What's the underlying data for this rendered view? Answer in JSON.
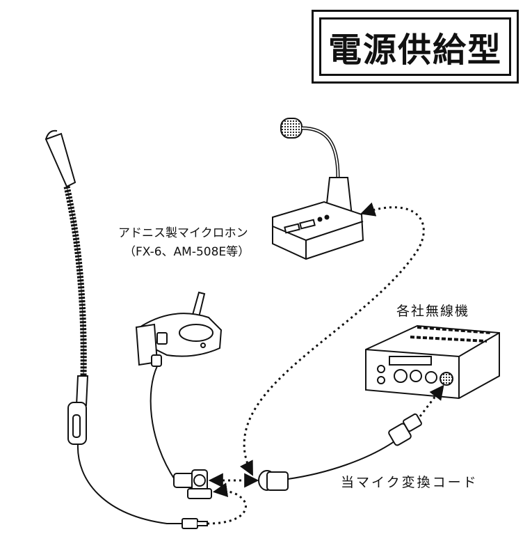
{
  "title": "電源供給型",
  "labels": {
    "adonis_mic": "アドニス製マイクロホン",
    "adonis_models": "（FX-6、AM-508E等）",
    "radio": "各社無線機",
    "adapter_cord": "当マイク変換コード"
  },
  "icons": [
    "gooseneck-microphone-icon",
    "desk-microphone-icon",
    "headset-boom-microphone-icon",
    "transceiver-icon",
    "connector-plug-icon"
  ],
  "colors": {
    "ink": "#111111",
    "background": "#ffffff"
  }
}
